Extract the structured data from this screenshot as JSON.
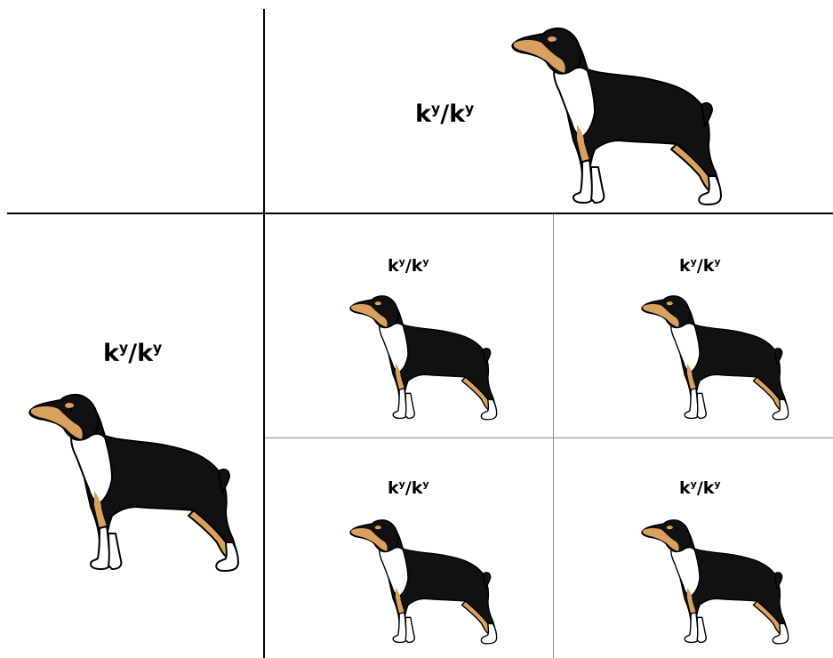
{
  "punnett": {
    "parent_top": {
      "base1": "k",
      "sup1": "y",
      "sep": "/",
      "base2": "k",
      "sup2": "y"
    },
    "parent_left": {
      "base1": "k",
      "sup1": "y",
      "sep": "/",
      "base2": "k",
      "sup2": "y"
    },
    "offspring": [
      {
        "base1": "k",
        "sup1": "y",
        "sep": "/",
        "base2": "k",
        "sup2": "y"
      },
      {
        "base1": "k",
        "sup1": "y",
        "sep": "/",
        "base2": "k",
        "sup2": "y"
      },
      {
        "base1": "k",
        "sup1": "y",
        "sep": "/",
        "base2": "k",
        "sup2": "y"
      },
      {
        "base1": "k",
        "sup1": "y",
        "sep": "/",
        "base2": "k",
        "sup2": "y"
      }
    ]
  },
  "colors": {
    "coat_black": "#111111",
    "tan_points": "#d9a15f",
    "white_markings": "#ffffff",
    "outline": "#000000",
    "grid_line": "#000000",
    "sub_grid_line": "#8a8a8a"
  },
  "icons": {
    "dog": "tricolor-dog-icon"
  }
}
